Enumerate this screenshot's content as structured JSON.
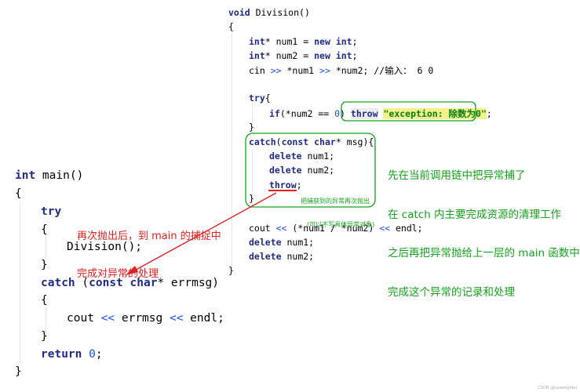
{
  "division_code": {
    "l1": {
      "kw": "void",
      "rest": " Division()"
    },
    "l2": "{",
    "l3": {
      "kw1": "int",
      "t1": "* num1 = ",
      "kw2": "new",
      "t2": " ",
      "kw3": "int",
      "t3": ";"
    },
    "l4": {
      "kw1": "int",
      "t1": "* num2 = ",
      "kw2": "new",
      "t2": " ",
      "kw3": "int",
      "t3": ";"
    },
    "l5": {
      "a": "cin ",
      "op1": ">>",
      "b": " *num1 ",
      "op2": ">>",
      "c": " *num2; //输入： 6 0"
    },
    "l6": {
      "kw": "try",
      "rest": "{"
    },
    "l7": {
      "kw": "if",
      "a": "(*num2 == ",
      "num": "0",
      "b": ") ",
      "kw2": "throw",
      "sp": " ",
      "str": "\"exception: 除数为0\"",
      "end": ";"
    },
    "l8": "}",
    "l9": {
      "kw": "catch",
      "a": "(",
      "kw2": "const",
      "b": " ",
      "kw3": "char",
      "c": "* msg){"
    },
    "l10": {
      "kw": "delete",
      "rest": " num1;"
    },
    "l11": {
      "kw": "delete",
      "rest": " num2;"
    },
    "l12": {
      "kw": "throw",
      "rest": ";"
    },
    "l13": "}",
    "l14": {
      "a": "cout ",
      "op1": "<<",
      "b": " (*num1 / *num2) ",
      "op2": "<<",
      "c": " endl;"
    },
    "l15": {
      "kw": "delete",
      "rest": " num1;"
    },
    "l16": {
      "kw": "delete",
      "rest": " num2;"
    },
    "l17": "}"
  },
  "main_code": {
    "l1": {
      "kw": "int",
      "rest": " main()"
    },
    "l2": "{",
    "l3": {
      "kw": "try"
    },
    "l4": "{",
    "l5": "Division();",
    "l6": "}",
    "l7": {
      "kw": "catch",
      "a": " (",
      "kw2": "const",
      "b": " ",
      "kw3": "char",
      "c": "* errmsg)"
    },
    "l8": "{",
    "l9": {
      "a": "cout ",
      "op1": "<<",
      "b": " errmsg ",
      "op2": "<<",
      "c": " endl;"
    },
    "l10": "}",
    "l11": {
      "kw": "return",
      "sp": " ",
      "num": "0",
      "end": ";"
    },
    "l12": "}"
  },
  "notes": {
    "red_line1": "再次抛出后，到 main 的捕捉中",
    "red_line2": "完成对异常的处理",
    "green_line1": "先在当前调用链中把异常捕了",
    "green_line2": "在 catch 内主要完成资源的清理工作",
    "green_line3": "之后再把异常抛给上一层的 main 函数中",
    "green_line4": "完成这个异常的记录和处理",
    "small_line1": "把捕获到的异常再次抛出",
    "small_line2": "(可以不写具体异常对象)"
  },
  "footer": "CSDN @luoweighbu",
  "colors": {
    "keyword": "#1f2a8a",
    "number": "#1750eb",
    "string": "#067d17",
    "red": "#e02020",
    "green": "#12a31a",
    "highlight": "#f3f28a"
  }
}
